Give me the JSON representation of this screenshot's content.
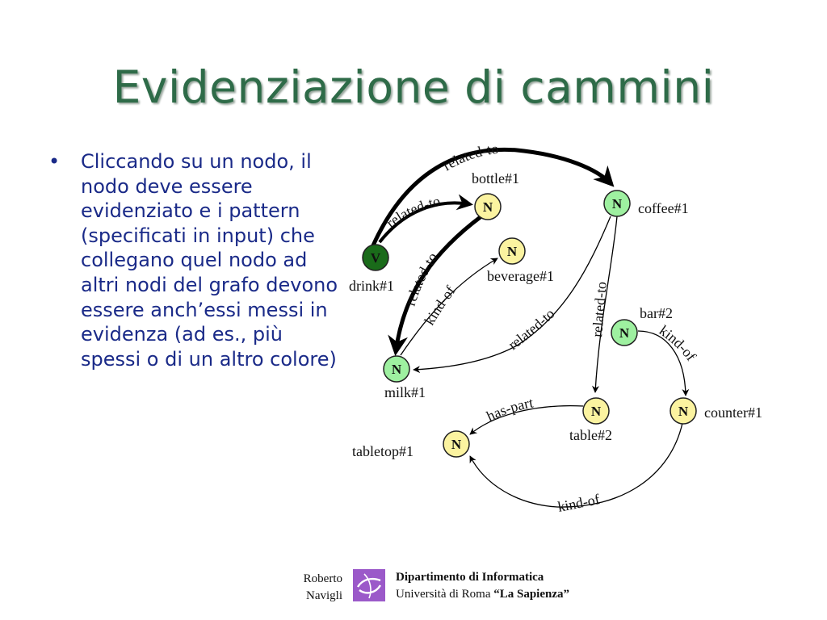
{
  "title": "Evidenziazione di cammini",
  "bullets": [
    "Cliccando su un nodo, il nodo deve essere evidenziato e i pattern (specificati in input) che collegano quel nodo ad altri nodi del grafo devono essere anch’essi messi in evidenza (ad es., più spessi o di un altro colore)"
  ],
  "graph": {
    "nodes": [
      {
        "id": "drink",
        "letter": "V",
        "label": "drink#1",
        "fill": "#1a6b1a",
        "letter_color": "#111111"
      },
      {
        "id": "bottle",
        "letter": "N",
        "label": "bottle#1",
        "fill": "#fbf3a0"
      },
      {
        "id": "coffee",
        "letter": "N",
        "label": "coffee#1",
        "fill": "#9ef0a0"
      },
      {
        "id": "beverage",
        "letter": "N",
        "label": "beverage#1",
        "fill": "#fbf3a0"
      },
      {
        "id": "milk",
        "letter": "N",
        "label": "milk#1",
        "fill": "#9ef0a0"
      },
      {
        "id": "bar",
        "letter": "N",
        "label": "bar#2",
        "fill": "#9ef0a0"
      },
      {
        "id": "table",
        "letter": "N",
        "label": "table#2",
        "fill": "#fbf3a0"
      },
      {
        "id": "counter",
        "letter": "N",
        "label": "counter#1",
        "fill": "#fbf3a0"
      },
      {
        "id": "tabletop",
        "letter": "N",
        "label": "tabletop#1",
        "fill": "#fbf3a0"
      }
    ],
    "edges": [
      {
        "id": "drink-coffee",
        "label": "related-to",
        "thick": true
      },
      {
        "id": "drink-bottle",
        "label": "related-to",
        "thick": true
      },
      {
        "id": "bottle-milk",
        "label": "related-to",
        "thick": true
      },
      {
        "id": "milk-beverage",
        "label": "kind-of",
        "thick": false
      },
      {
        "id": "coffee-milk",
        "label": "related-to",
        "thick": false
      },
      {
        "id": "coffee-table",
        "label": "related-to",
        "thick": false
      },
      {
        "id": "bar-counter",
        "label": "kind-of",
        "thick": false
      },
      {
        "id": "table-tabletop",
        "label": "has-part",
        "thick": false
      },
      {
        "id": "counter-tabletop",
        "label": "kind-of",
        "thick": false
      }
    ]
  },
  "footer": {
    "author_first": "Roberto",
    "author_last": "Navigli",
    "department": "Dipartimento di Informatica",
    "university_prefix": "Università di Roma ",
    "university_name": "“La Sapienza”",
    "logo_color": "#9b59c9"
  }
}
